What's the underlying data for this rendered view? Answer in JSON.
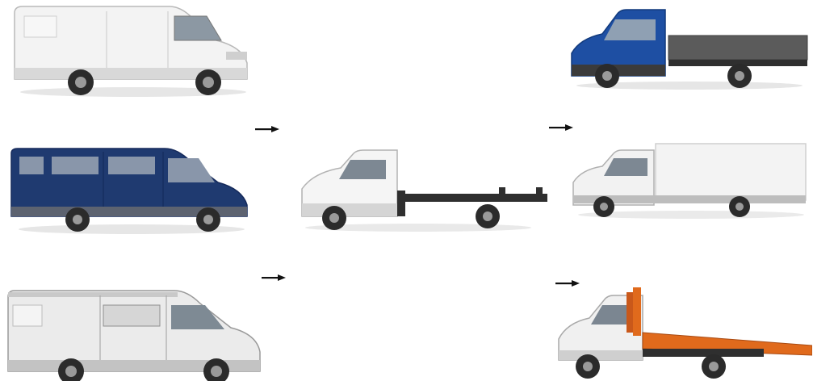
{
  "diagram": {
    "source_vehicles": [
      {
        "id": "white-van",
        "icon": "van-icon",
        "color": "#f2f2f2"
      },
      {
        "id": "blue-minibus",
        "icon": "minibus-icon",
        "color": "#1f3a70"
      },
      {
        "id": "silver-van",
        "icon": "van-icon",
        "color": "#e9e9e9"
      }
    ],
    "base_vehicle": {
      "id": "cab-chassis",
      "icon": "chassis-truck-icon",
      "color": "#f4f4f4"
    },
    "target_vehicles": [
      {
        "id": "blue-flatbed",
        "icon": "flatbed-truck-icon",
        "color": "#1e4fa3"
      },
      {
        "id": "box-truck",
        "icon": "box-truck-icon",
        "color": "#f0f0f0"
      },
      {
        "id": "tow-truck",
        "icon": "tow-truck-icon",
        "color": "#e06a1c"
      }
    ],
    "arrow_color": "#111111"
  }
}
